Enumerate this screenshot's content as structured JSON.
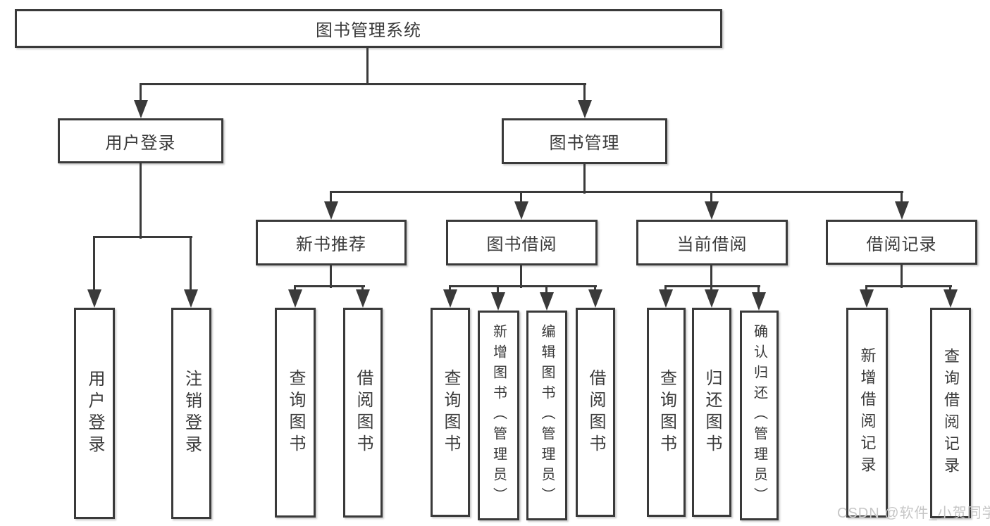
{
  "colors": {
    "line": "#3a3a3a",
    "text": "#3a3a3a",
    "box_background": "#ffffff",
    "watermark": "#c6c6c6"
  },
  "watermark": "CSDN @软件_小贺同学",
  "nodes": {
    "root": {
      "label": "图书管理系统"
    },
    "user_login": {
      "label": "用户登录"
    },
    "book_mgmt": {
      "label": "图书管理"
    },
    "new_book_rec": {
      "label": "新书推荐"
    },
    "book_borrow": {
      "label": "图书借阅"
    },
    "current_borrow": {
      "label": "当前借阅"
    },
    "borrow_records": {
      "label": "借阅记录"
    },
    "leaf_user_login": {
      "label": "用户登录"
    },
    "leaf_logout": {
      "label": "注销登录"
    },
    "leaf_rec_query_book": {
      "label": "查询图书"
    },
    "leaf_rec_borrow_book": {
      "label": "借阅图书"
    },
    "leaf_bor_query_book": {
      "label": "查询图书"
    },
    "leaf_bor_add_book": {
      "label": "新增图书（管理员）"
    },
    "leaf_bor_edit_book": {
      "label": "编辑图书（管理员）"
    },
    "leaf_bor_borrow_book": {
      "label": "借阅图书"
    },
    "leaf_cur_query_book": {
      "label": "查询图书"
    },
    "leaf_cur_return_book": {
      "label": "归还图书"
    },
    "leaf_cur_confirm_return": {
      "label": "确认归还（管理员）"
    },
    "leaf_add_borrow_record": {
      "label": "新增借阅记录"
    },
    "leaf_query_borrow_record": {
      "label": "查询借阅记录"
    }
  }
}
